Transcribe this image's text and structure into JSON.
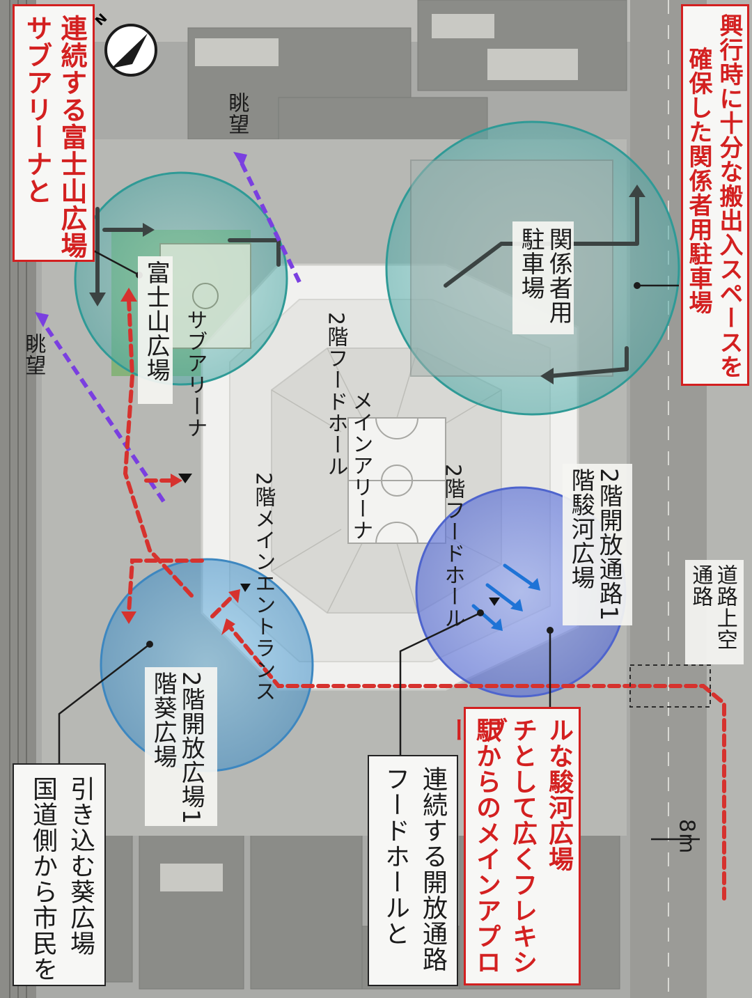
{
  "compass": {
    "north_letter": "N"
  },
  "callouts": {
    "sub_arena_fuji": [
      "サブアリーナと",
      "連続する富士山広場"
    ],
    "loading_parking": [
      "興行時に十分な搬出入スペースを",
      "確保した関係者用駐車場"
    ],
    "aoi_plaza": [
      "国道側から市民を",
      "引き込む葵広場"
    ],
    "food_hall_passage": [
      "フードホールと",
      "連続する開放通路"
    ],
    "suruga_plaza": [
      "駅からのメインアプロー",
      "チとして広くフレキシブ",
      "ルな駿河広場"
    ]
  },
  "map_labels": {
    "view_left": "眺望",
    "view_right": "眺望",
    "fujisan_plaza": "富士山広場",
    "sub_arena": [
      "サブ",
      "アリーナ"
    ],
    "food_hall_2f_top": [
      "2階",
      "フードホール"
    ],
    "food_hall_2f_bottom": [
      "2階",
      "フードホール"
    ],
    "main_arena": "メインアリーナ",
    "main_entrance_2f": [
      "2階メイン",
      "エントランス"
    ],
    "parking": [
      "関係者用",
      "駐車場"
    ],
    "open_plaza_aoi": [
      "2階開放広場",
      "1階葵広場"
    ],
    "open_passage_suruga": [
      "2階開放通路",
      "1階駿河広場"
    ],
    "road_aerial": [
      "道路上空",
      "通路"
    ],
    "road_width": "8m"
  }
}
